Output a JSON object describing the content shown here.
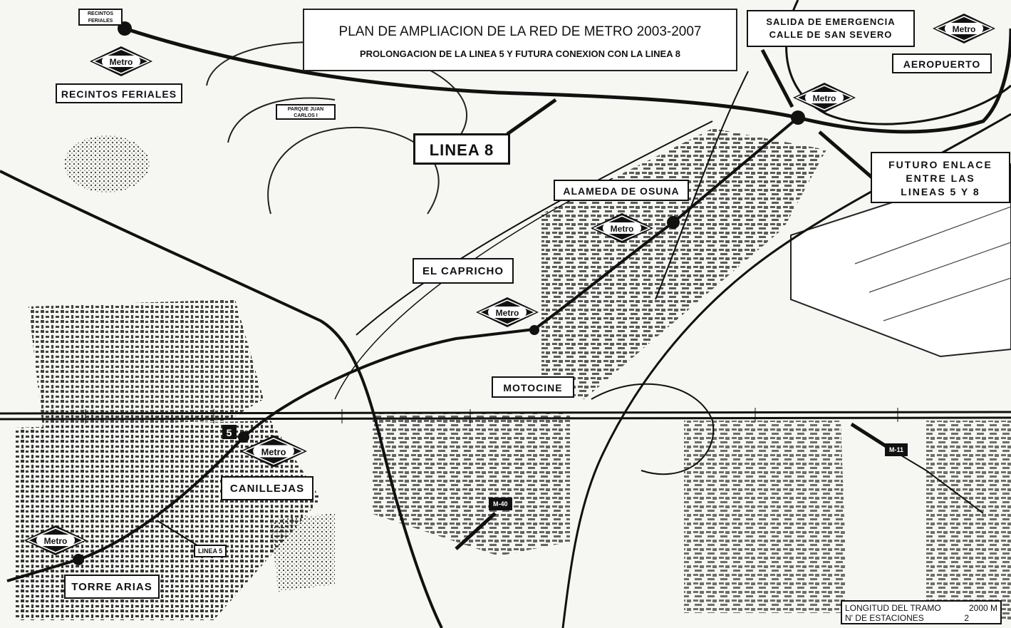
{
  "title": {
    "line1": "PLAN DE AMPLIACION DE LA RED DE METRO 2003-2007",
    "line2": "PROLONGACION DE LA LINEA 5 Y FUTURA CONEXION CON LA LINEA 8"
  },
  "metro_logo_text": "Metro",
  "labels": {
    "recintos_small": "RECINTOS FERIALES",
    "recintos_feriales": "RECINTOS FERIALES",
    "parque": "PARQUE JUAN CARLOS I",
    "linea8": "LINEA 8",
    "alameda": "ALAMEDA DE OSUNA",
    "el_capricho": "EL CAPRICHO",
    "motocine": "MOTOCINE",
    "canillejas": "CANILLEJAS",
    "torre_arias": "TORRE ARIAS",
    "linea5": "LINEA 5",
    "salida_line1": "SALIDA DE EMERGENCIA",
    "salida_line2": "CALLE DE SAN SEVERO",
    "aeropuerto": "AEROPUERTO",
    "futuro_line1": "FUTURO ENLACE",
    "futuro_line2": "ENTRE LAS",
    "futuro_line3": "LINEAS 5 Y 8",
    "line5_marker": "5",
    "m40": "M-40",
    "m11": "M-11"
  },
  "footer": {
    "length_label": "LONGITUD DEL TRAMO",
    "length_value": "2000 M",
    "stations_label": "N' DE ESTACIONES",
    "stations_value": "2"
  },
  "colors": {
    "ink": "#111111",
    "paper": "#f6f6f2",
    "logo_fill": "#111111",
    "logo_text": "#ffffff"
  }
}
